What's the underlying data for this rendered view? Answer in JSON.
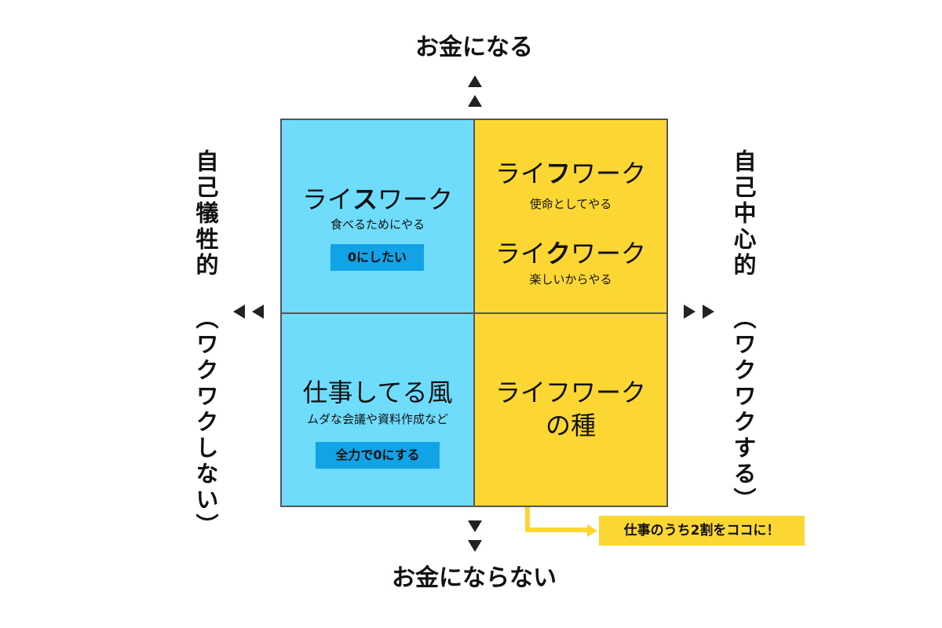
{
  "axes": {
    "top": "お金になる",
    "bottom": "お金にならない",
    "left_main": "自己犠牲的",
    "left_sub": "（ワクワクしない）",
    "right_main": "自己中心的",
    "right_sub": "（ワクワクする）"
  },
  "quadrants": {
    "top_left": {
      "title_pre": "ライ",
      "title_bold": "ス",
      "title_post": "ワーク",
      "subtitle": "食べるためにやる",
      "tag": "0にしたい"
    },
    "top_right": {
      "first": {
        "title_pre": "ライ",
        "title_bold": "フ",
        "title_post": "ワーク",
        "subtitle": "使命としてやる"
      },
      "second": {
        "title_pre": "ライ",
        "title_bold": "ク",
        "title_post": "ワーク",
        "subtitle": "楽しいからやる"
      }
    },
    "bottom_left": {
      "title": "仕事してる風",
      "subtitle": "ムダな会議や資料作成など",
      "tag": "全力で0にする"
    },
    "bottom_right": {
      "title_line1": "ライフワーク",
      "title_line2": "の種"
    }
  },
  "callout": {
    "text": "仕事のうち2割をココに！"
  },
  "colors": {
    "blue": "#6fdcfc",
    "yellow": "#fcd734",
    "tag_blue": "#12a3e6",
    "border": "#555555"
  }
}
